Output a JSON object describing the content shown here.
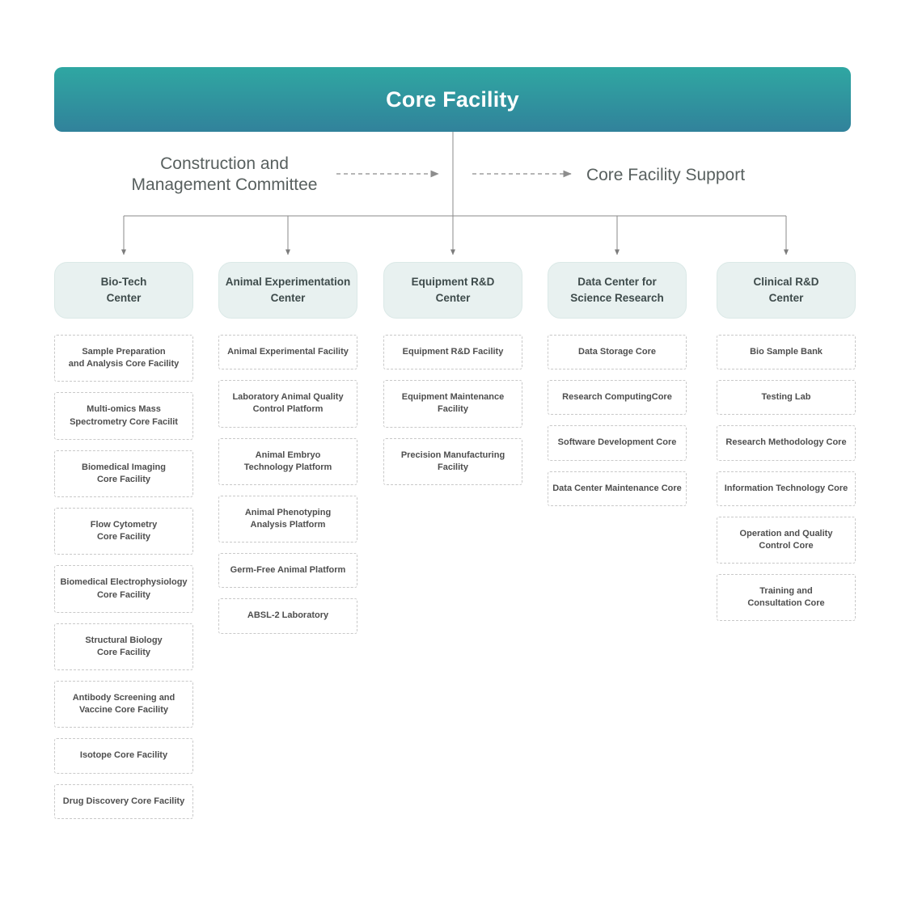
{
  "root": {
    "title": "Core Facility"
  },
  "annotations": {
    "committee": "Construction and\nManagement Committee",
    "support": "Core Facility Support"
  },
  "colors": {
    "banner_gradient_top": "#2FA7A2",
    "banner_gradient_bottom": "#31829B",
    "center_box_bg": "#E8F1F0",
    "center_box_border": "#DBE9E7",
    "item_border": "#C9C9C9",
    "item_text": "#4E4E4E",
    "connector_line": "#8A8A8A",
    "dashed_arrow": "#9E9E9E",
    "annotation_text": "#58605F"
  },
  "columns": [
    {
      "header": "Bio-Tech\nCenter",
      "items": [
        "Sample Preparation\nand Analysis Core Facility",
        "Multi-omics Mass\nSpectrometry Core Facilit",
        "Biomedical Imaging\nCore Facility",
        "Flow Cytometry\nCore Facility",
        "Biomedical Electrophysiology\nCore Facility",
        "Structural Biology\nCore Facility",
        "Antibody Screening and\nVaccine Core Facility",
        "Isotope Core Facility",
        "Drug Discovery Core Facility"
      ]
    },
    {
      "header": "Animal Experimentation\nCenter",
      "items": [
        "Animal Experimental Facility",
        "Laboratory Animal Quality\nControl Platform",
        "Animal Embryo\nTechnology Platform",
        "Animal Phenotyping\nAnalysis Platform",
        "Germ-Free Animal Platform",
        "ABSL-2 Laboratory"
      ]
    },
    {
      "header": "Equipment R&D\nCenter",
      "items": [
        "Equipment R&D Facility",
        "Equipment Maintenance\nFacility",
        "Precision Manufacturing\nFacility"
      ]
    },
    {
      "header": "Data Center for\nScience Research",
      "items": [
        "Data Storage Core",
        "Research ComputingCore",
        "Software Development Core",
        "Data Center Maintenance Core"
      ]
    },
    {
      "header": "Clinical R&D\nCenter",
      "items": [
        "Bio Sample Bank",
        "Testing Lab",
        "Research Methodology Core",
        "Information Technology Core",
        "Operation and Quality\nControl Core",
        "Training and\nConsultation Core"
      ]
    }
  ]
}
